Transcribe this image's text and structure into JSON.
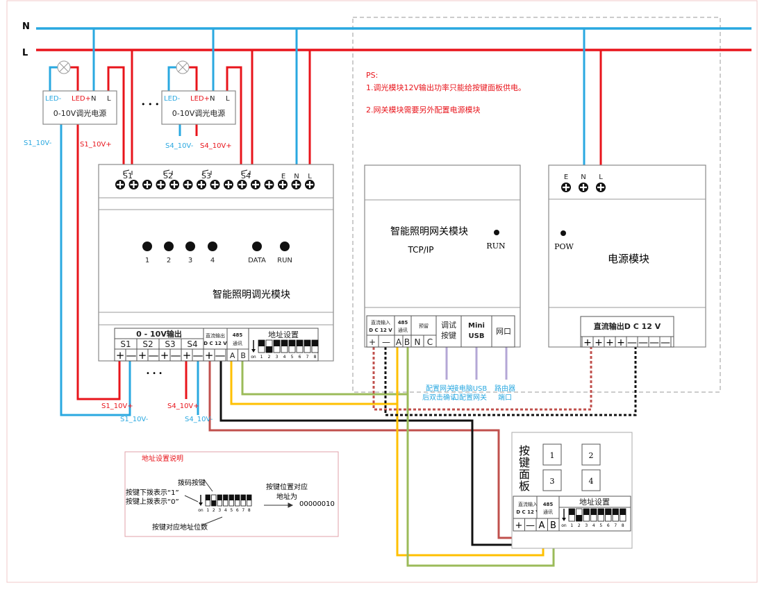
{
  "colors": {
    "neutral": "#29a8e0",
    "live": "#e8141b",
    "brown": "#c0504d",
    "black": "#111111",
    "yellow": "#ffc000",
    "green": "#9bbb59",
    "purple": "#b4a7d6",
    "note": "#e8141b",
    "hint": "#2aa8e0"
  },
  "mains": {
    "n_label": "N",
    "l_label": "L"
  },
  "note": {
    "title": "PS:",
    "line1": "1.调光模块12V输出功率只能给按键面板供电。",
    "line2": "2.网关模块需要另外配置电源模块"
  },
  "dimmer_psu": {
    "ellipsis": "• • •",
    "units": [
      {
        "led_minus": "LED-",
        "led_plus": "LED+",
        "n": "N",
        "l": "L",
        "title": "0-10V调光电源",
        "neg_label": "S1_10V-",
        "pos_label": "S1_10V+"
      },
      {
        "led_minus": "LED-",
        "led_plus": "LED+",
        "n": "N",
        "l": "L",
        "title": "0-10V调光电源",
        "neg_label": "S4_10V-",
        "pos_label": "S4_10V+"
      }
    ]
  },
  "dimmer_module": {
    "title": "智能照明调光模块",
    "channel_labels": [
      "S1",
      "S2",
      "S3",
      "S4"
    ],
    "power_labels": [
      "E",
      "N",
      "L"
    ],
    "indicators": [
      "1",
      "2",
      "3",
      "4",
      "DATA",
      "RUN"
    ],
    "output_header": "0 - 10V输出",
    "outputs": [
      "S1",
      "S2",
      "S3",
      "S4"
    ],
    "dc_out": "直流输出",
    "dc_out_v": "D C 12 V",
    "comm": "485",
    "comm2": "通讯",
    "address": "地址设置",
    "ab": [
      "A",
      "B"
    ],
    "dip": [
      1,
      0,
      1,
      1,
      1,
      1,
      1,
      1
    ],
    "dip_on": "on",
    "dip_numbers": [
      "1",
      "2",
      "3",
      "4",
      "5",
      "6",
      "7",
      "8"
    ],
    "ellipsis": "• • •",
    "wire_labels": {
      "s1_pos": "S1_10V+",
      "s1_neg": "S1_10V-",
      "s4_pos": "S4_10V+",
      "s4_neg": "S4_10V-"
    }
  },
  "gateway": {
    "title": "智能照明网关模块",
    "protocol": "TCP/IP",
    "run": "RUN",
    "dc_in": "直流输入",
    "dc_in_v": "D C 12 V",
    "comm": "485",
    "comm2": "通讯",
    "reserved": "预留",
    "debug_key": [
      "调试",
      "按键"
    ],
    "mini_usb": [
      "Mini",
      "USB"
    ],
    "net_port": "网口",
    "terminals": [
      "+",
      "—",
      "A",
      "B",
      "N",
      "C"
    ],
    "hints": [
      [
        "配置网关",
        "后双击确认"
      ],
      [
        "接电脑USB",
        "口配置网关"
      ],
      [
        "路由器",
        "端口"
      ]
    ]
  },
  "power_module": {
    "title": "电源模块",
    "pow": "POW",
    "terminals": [
      "E",
      "N",
      "L"
    ],
    "dc_out": "直流输出D C 12 V",
    "outputs": [
      "+",
      "+",
      "+",
      "+",
      "—",
      "—",
      "—",
      "—"
    ]
  },
  "panel": {
    "title": [
      "按",
      "键",
      "面",
      "板"
    ],
    "buttons": [
      "1",
      "2",
      "3",
      "4"
    ],
    "dc_in": "直流输入",
    "dc_in_v": "D C 12 V",
    "comm": "485",
    "comm2": "通讯",
    "address": "地址设置",
    "terminals": [
      "+",
      "—",
      "A",
      "B"
    ],
    "dip": [
      1,
      0,
      1,
      1,
      1,
      1,
      1,
      1
    ],
    "dip_on": "on",
    "dip_numbers": [
      "1",
      "2",
      "3",
      "4",
      "5",
      "6",
      "7",
      "8"
    ]
  },
  "explain": {
    "title": "地址设置说明",
    "dip_key": "拨码按键",
    "down": "按键下拨表示“1”",
    "up": "按键上拨表示“0”",
    "position": "按键对应地址位数",
    "result_label": [
      "按键位置对应",
      "地址为"
    ],
    "result": "00000010",
    "dip": [
      1,
      0,
      1,
      1,
      1,
      1,
      1,
      1
    ],
    "dip_on": "on",
    "dip_numbers": [
      "1",
      "2",
      "3",
      "4",
      "5",
      "6",
      "7",
      "8"
    ]
  }
}
